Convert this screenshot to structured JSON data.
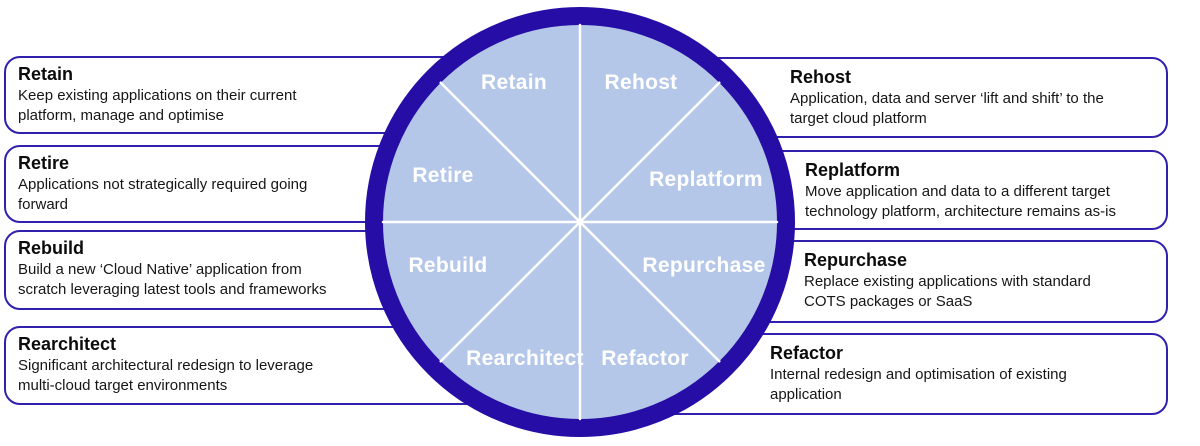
{
  "colors": {
    "wheel_ring": "#250da5",
    "wheel_fill": "#b5c7e8",
    "wheel_divider": "#ffffff",
    "wheel_label": "#ffffff",
    "box_border": "#3020ae",
    "title_text": "#0c0c0c",
    "body_text": "#161616",
    "background": "#ffffff"
  },
  "wheel": {
    "segments": [
      {
        "label": "Retain"
      },
      {
        "label": "Rehost"
      },
      {
        "label": "Retire"
      },
      {
        "label": "Replatform"
      },
      {
        "label": "Rebuild"
      },
      {
        "label": "Repurchase"
      },
      {
        "label": "Rearchitect"
      },
      {
        "label": "Refactor"
      }
    ]
  },
  "boxes": {
    "left": [
      {
        "title": "Retain",
        "body": "Keep existing applications on their current\nplatform, manage and optimise"
      },
      {
        "title": "Retire",
        "body": "Applications not strategically required going\nforward"
      },
      {
        "title": "Rebuild",
        "body": "Build a new ‘Cloud Native’ application from\nscratch leveraging latest tools and frameworks"
      },
      {
        "title": "Rearchitect",
        "body": "Significant architectural redesign to leverage\nmulti-cloud target environments"
      }
    ],
    "right": [
      {
        "title": "Rehost",
        "body": "Application, data and server ‘lift and shift’ to the\ntarget cloud platform"
      },
      {
        "title": "Replatform",
        "body": "Move application and data to a different target\ntechnology platform, architecture remains as-is"
      },
      {
        "title": "Repurchase",
        "body": "Replace existing applications with standard\nCOTS packages or SaaS"
      },
      {
        "title": "Refactor",
        "body": "Internal redesign and optimisation of existing\napplication"
      }
    ]
  }
}
